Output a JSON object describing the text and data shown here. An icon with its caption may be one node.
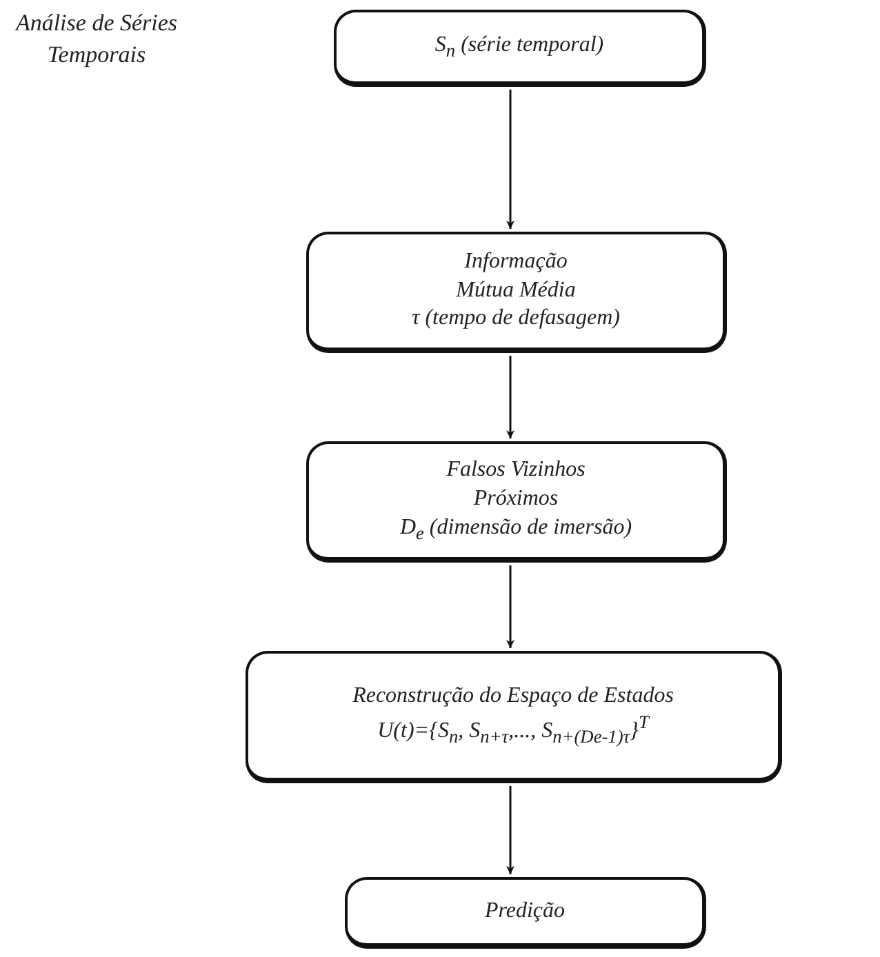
{
  "diagram": {
    "title": "Análise de Séries Temporais",
    "nodes": [
      {
        "text": [
          "S$_{n}$ (série temporal)"
        ]
      },
      {
        "text": [
          "Informação Mútua Média",
          "τ (tempo de defasagem)"
        ]
      },
      {
        "text": [
          "Falsos Vizinhos Próximos",
          "D$_{e}$ (dimensão de imersão)"
        ]
      },
      {
        "text": [
          "Reconstrução do Espaço de Estados",
          "U(t)={S$_{n}$, S$_{n+τ}$,..., S$_{n+(D}$$_{e}$$_{-1)τ}$}$^{T}$"
        ]
      },
      {
        "text": [
          "Predição"
        ]
      }
    ],
    "edges": [
      {
        "from": 0,
        "to": 1,
        "arrow": "to"
      },
      {
        "from": 1,
        "to": 2,
        "arrow": "to"
      },
      {
        "from": 2,
        "to": 3,
        "arrow": "to"
      },
      {
        "from": 3,
        "to": 4,
        "arrow": "to"
      }
    ]
  }
}
